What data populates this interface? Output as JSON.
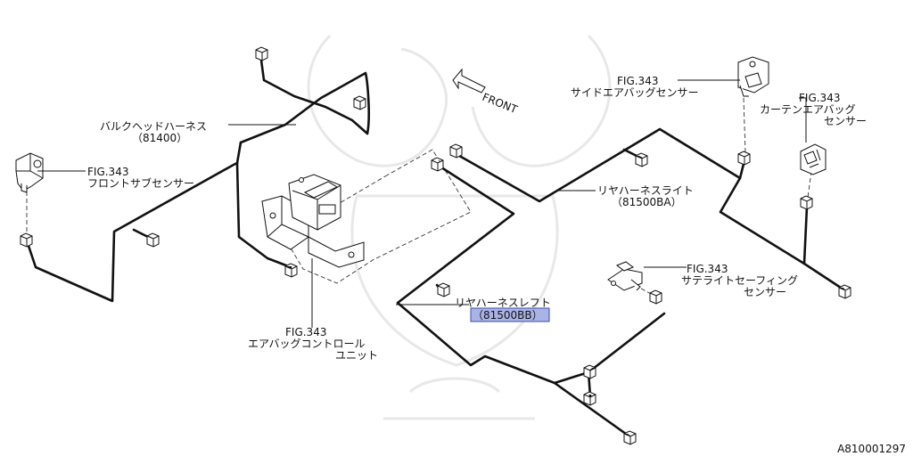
{
  "diagram_id": "A810001297",
  "front_arrow": "FRONT",
  "callouts": {
    "bulkhead_harness": {
      "line1": "バルクヘッドハーネス",
      "line2": "（81400）"
    },
    "front_sub_sensor": {
      "fig": "FIG.343",
      "name": "フロントサブセンサー"
    },
    "side_airbag_sensor": {
      "fig": "FIG.343",
      "name": "サイドエアバッグセンサー"
    },
    "curtain_airbag_sensor": {
      "fig": "FIG.343",
      "name_line1": "カーテンエアバッグ",
      "name_line2": "センサー"
    },
    "rear_harness_right": {
      "line1": "リヤハーネスライト",
      "line2": "（81500BA）"
    },
    "satellite_safing_sensor": {
      "fig": "FIG.343",
      "name_line1": "サテライトセーフィング",
      "name_line2": "センサー"
    },
    "rear_harness_left": {
      "line1": "リヤハーネスレフト",
      "line2": "（81500BB）"
    },
    "airbag_control_unit": {
      "fig": "FIG.343",
      "name_line1": "エアバッグコントロール",
      "name_line2": "ユニット"
    }
  },
  "colors": {
    "line": "#111111",
    "highlight": "#aab3e6",
    "watermark": "#e8e8e8"
  }
}
